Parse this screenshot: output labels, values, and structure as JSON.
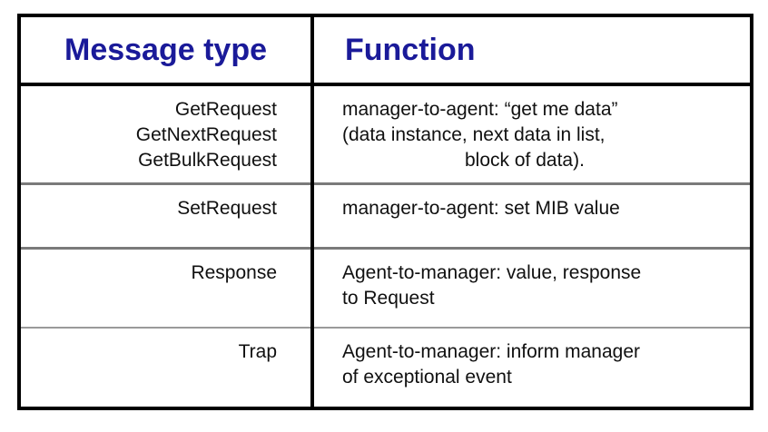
{
  "table": {
    "headers": {
      "message_type": "Message type",
      "function": "Function"
    },
    "header_color": "#1a1a99",
    "body_text_color": "#101010",
    "border_color": "#000000",
    "row_divider_color": "#7a7a7a",
    "rows": [
      {
        "message_type_lines": [
          "GetRequest",
          "GetNextRequest",
          "GetBulkRequest"
        ],
        "function_lines": [
          {
            "text": "manager-to-agent: “get me data”",
            "indent": false
          },
          {
            "text": "(data instance, next data in list,",
            "indent": false
          },
          {
            "text": "block of data).",
            "indent": true
          }
        ]
      },
      {
        "message_type_lines": [
          "SetRequest"
        ],
        "function_lines": [
          {
            "text": "manager-to-agent: set MIB value",
            "indent": false
          }
        ]
      },
      {
        "message_type_lines": [
          "Response"
        ],
        "function_lines": [
          {
            "text": "Agent-to-manager: value, response",
            "indent": false
          },
          {
            "text": "to Request",
            "indent": false
          }
        ]
      },
      {
        "message_type_lines": [
          "Trap"
        ],
        "function_lines": [
          {
            "text": "Agent-to-manager: inform manager",
            "indent": false
          },
          {
            "text": "of exceptional event",
            "indent": false
          }
        ]
      }
    ]
  }
}
